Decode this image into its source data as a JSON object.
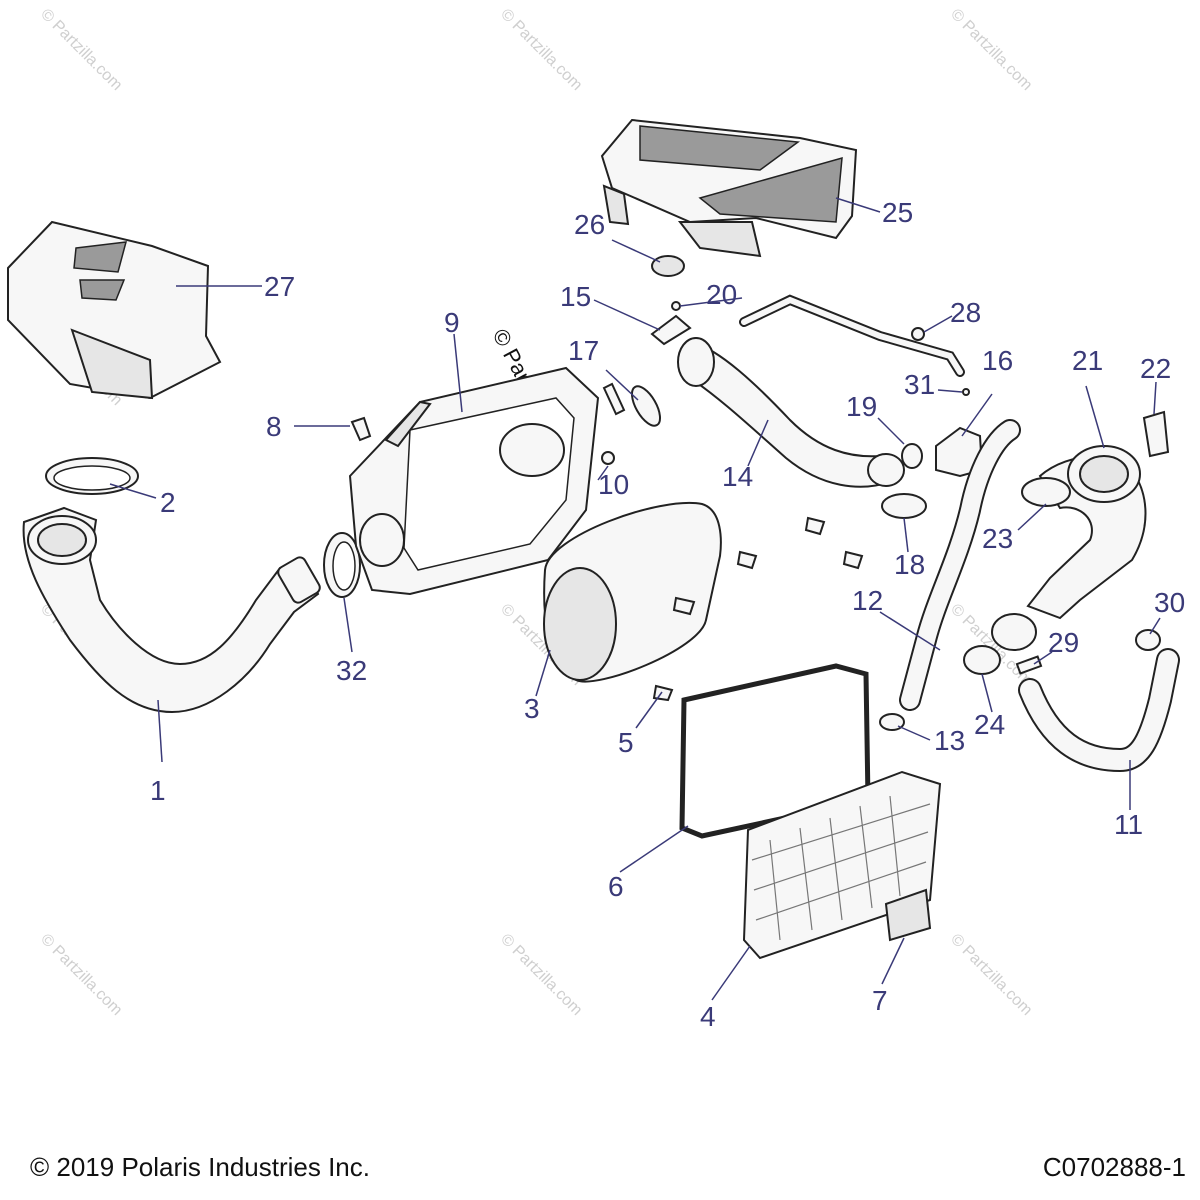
{
  "callouts": [
    "1",
    "2",
    "3",
    "4",
    "5",
    "6",
    "7",
    "8",
    "9",
    "10",
    "11",
    "12",
    "13",
    "14",
    "15",
    "16",
    "17",
    "18",
    "19",
    "20",
    "21",
    "22",
    "23",
    "24",
    "25",
    "26",
    "27",
    "28",
    "29",
    "30",
    "31",
    "32"
  ],
  "footer": {
    "copyright": "© 2019 Polaris Industries Inc.",
    "drawing_id": "C0702888-1"
  },
  "watermark": {
    "text": "© Partzilla.com"
  }
}
